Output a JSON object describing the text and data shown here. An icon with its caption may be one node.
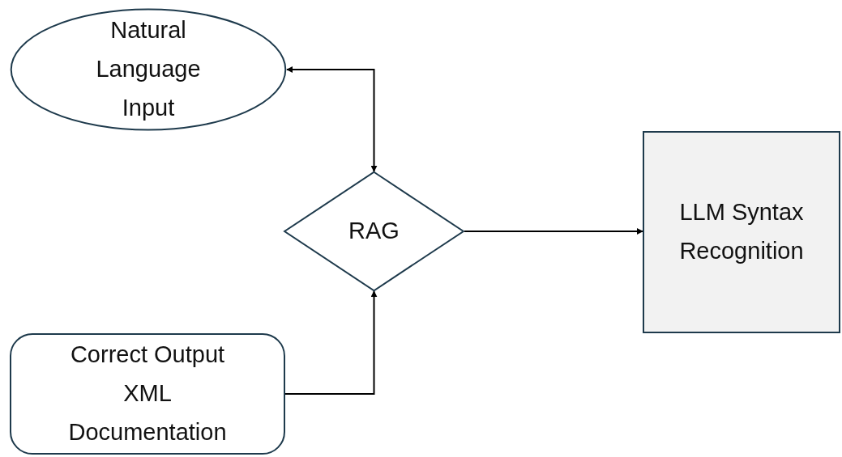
{
  "diagram": {
    "nodes": [
      {
        "text": [
          "Natural Language Input"
        ]
      },
      {
        "text": [
          "RAG"
        ]
      },
      {
        "text": [
          "LLM Syntax Recognition"
        ]
      },
      {
        "text": [
          "Correct Output XML Documentation"
        ]
      }
    ],
    "edges": [
      {
        "from": 0,
        "to": 1,
        "arrow": "both"
      },
      {
        "from": 3,
        "to": 1,
        "arrow": "to"
      },
      {
        "from": 1,
        "to": 2,
        "arrow": "to"
      }
    ]
  }
}
